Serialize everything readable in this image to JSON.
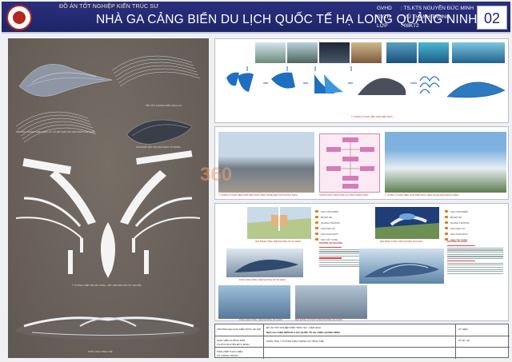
{
  "header": {
    "project_label": "ĐỒ ÁN TỐT NGHIỆP KIẾN TRÚC SƯ",
    "title": "NHÀ GA CẢNG BIỂN DU LỊCH QUỐC TẾ  HẠ LONG QUẢNG NINH",
    "credits": [
      {
        "key": "GVHD",
        "value": ": TS.KTS NGUYỄN ĐỨC MINH"
      },
      {
        "key": "SVTH",
        "value": ": VŨ THÀNH TRUNG"
      },
      {
        "key": "LỚP",
        "value": ": 08KT2"
      }
    ],
    "sheet_number": "02",
    "colors": {
      "header_bg": "#1f2568",
      "accent": "#b5261e"
    }
  },
  "left_panel": {
    "captions": {
      "roof_a": "KẾT CẤU KHUNG THÉP CHỊU LỰC",
      "roof_b": "KẾT CẤU KHUNG THÉP CHỊU LỰC VÀ KẾT HỢP VỚI GIẢI PHÁP CHE CHẮN",
      "roof_c": "GIẢI PHÁP KẾT CẤU MÁI DẠNG VỎ MỎNG",
      "plan": "Ý TƯỞNG THIẾT KẾ CẦU CẢNG - KẾT HỢP BẢO VỆ TÀU THUYỀN",
      "perspective": "PHỐI CẢNH TỔNG THỂ"
    }
  },
  "right_top": {
    "caption": "Ý TƯỞNG TỔ HỢP HÌNH KHỐI KIẾN TRÚC"
  },
  "right_middle": {
    "captions": [
      "Ý TƯỞNG TỔ HỢP HÌNH KHỐI KIẾN TRÚC HÌNH THÀNH MẶT CẦU KHUNG THÉP",
      "SƠ ĐỒ CHỨC NĂNG NHÀ GA CẢNG QUẢNG NINH",
      "Ý TƯỞNG TỔ HỢP HÌNH KHỐI KIẾN TRÚC HÌNH THÀNH MẶT ĐỨNG CHÍNH"
    ]
  },
  "right_bottom": {
    "legend_left": [
      "KHU CẢNG BIỂN",
      "BÃI ĐỖ XE",
      "QUẢNG TRƯỜNG",
      "KHU DỊCH VỤ",
      "KHU NGHỈ NGƠI",
      "KHU CÂY XANH"
    ],
    "legend_right": [
      "KHU CẢNG BIỂN",
      "BÃI ĐỖ XE",
      "QUẢNG TRƯỜNG",
      "KHU DỊCH VỤ",
      "KHU NGHỈ NGƠI",
      "KHU CÂY XANH"
    ],
    "captions": [
      "MẶT BẰNG TỔNG THỂ PHƯƠNG ÁN SO SÁNH",
      "PHỐI CẢNH TỔNG THỂ PHƯƠNG ÁN SO SÁNH",
      "MẶT BẰNG TỔNG THỂ PHƯƠNG ÁN CHỌN",
      "PHỐI CẢNH TỔNG THỂ PHƯƠNG ÁN CHỌN",
      "MẶT ĐỨNG VÀ PHỐI CẢNH PHƯƠNG ÁN CHỌN"
    ],
    "section_titles": [
      "PHƯƠNG ÁN SO SÁNH",
      "PHƯƠNG ÁN CHỌN"
    ]
  },
  "title_block": {
    "school": "TRƯỜNG ĐẠI HỌC KIẾN TRÚC HÀ NỘI",
    "project": "ĐỒ ÁN TỐT NGHIỆP KIẾN TRÚC SƯ - NĂM 2013",
    "building": "NHÀ GA CẢNG BIỂN DU LỊCH QUỐC TẾ HẠ LONG QUẢNG NINH",
    "content": "PHẦN TÍCH Ý TƯỞNG HÌNH THÀNH VÀ TỔNG THỂ",
    "rows": [
      "GIÁO VIÊN HƯỚNG DẪN",
      "TS.KTS NGUYỄN ĐỨC MINH",
      "SINH VIÊN THỰC HIỆN",
      "VŨ THÀNH TRUNG"
    ],
    "sheet_label": "KÝ HIỆU",
    "sheet_value": "KT 02 / 10"
  },
  "watermark": "360"
}
